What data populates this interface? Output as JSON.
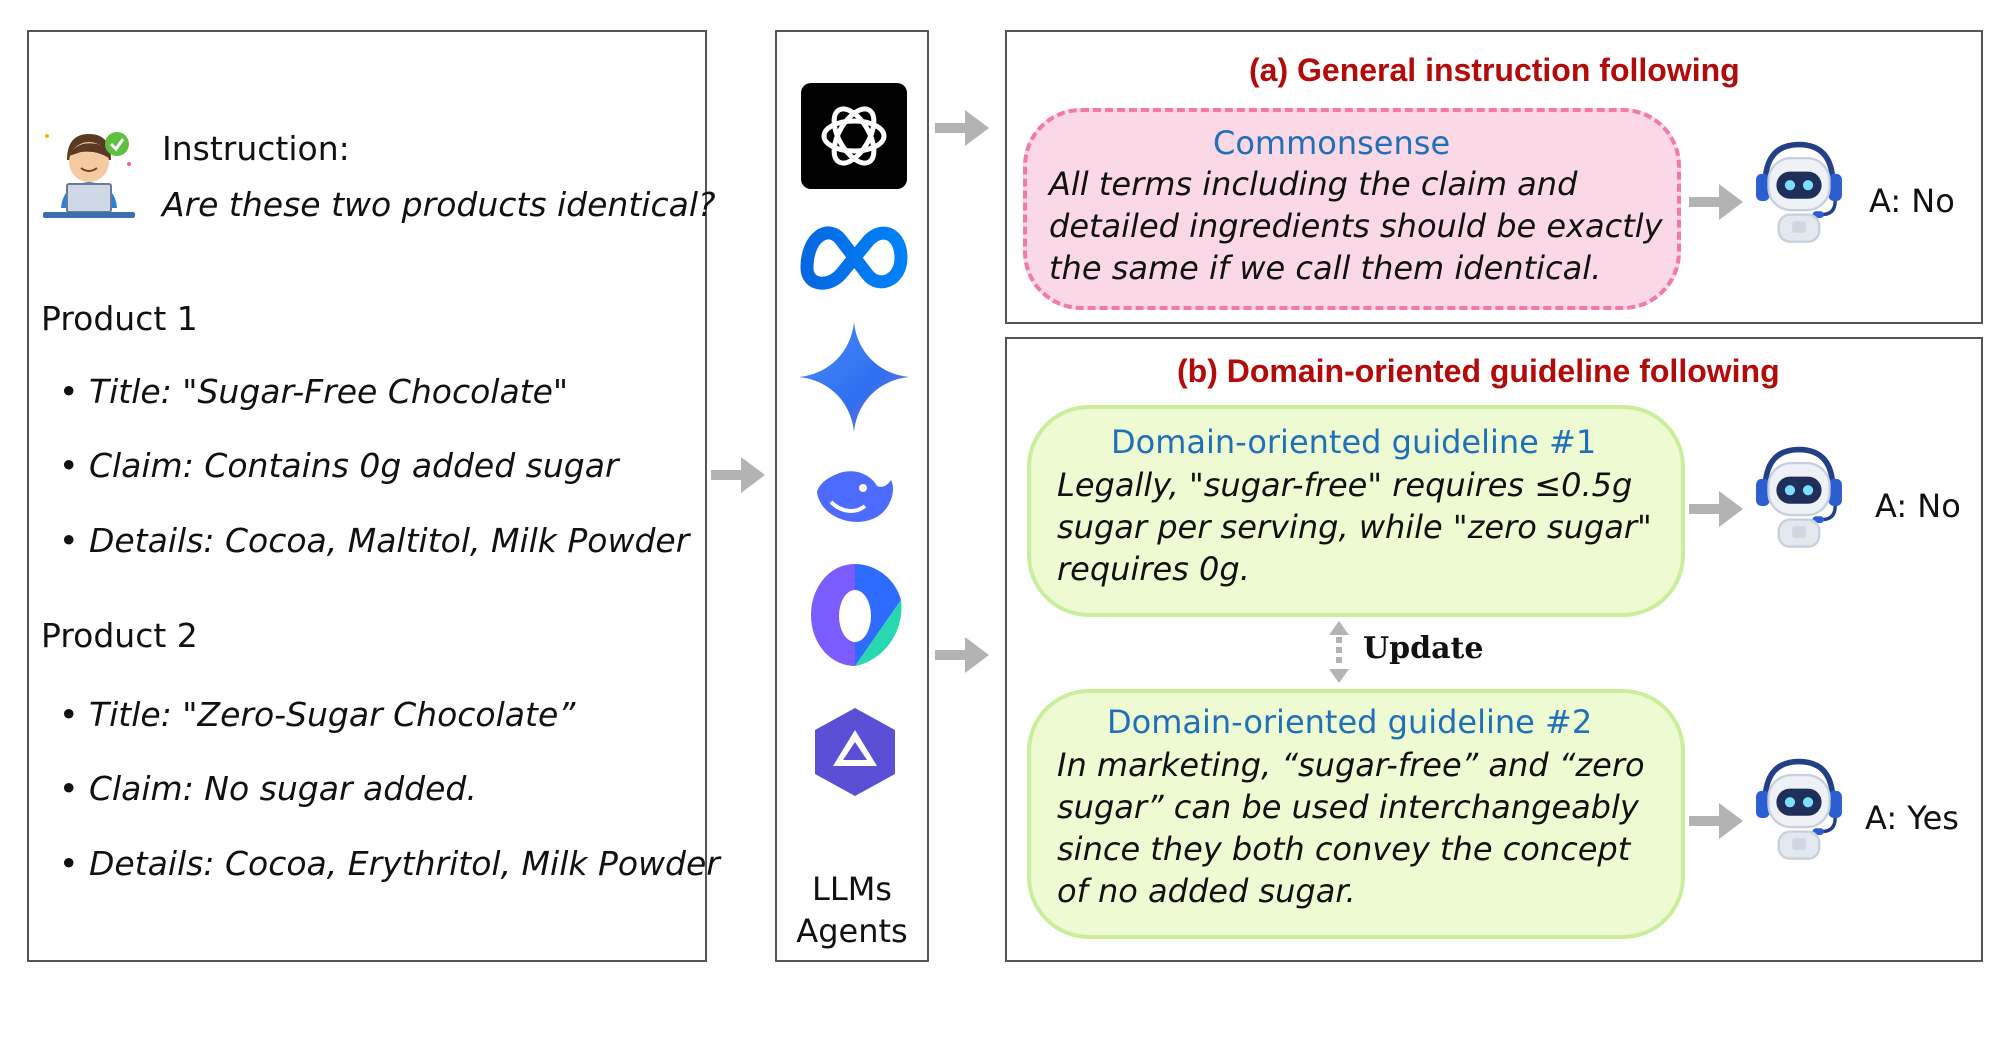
{
  "left_panel": {
    "instruction_label": "Instruction:",
    "instruction_text": "Are these two products identical?",
    "product1": {
      "heading": "Product 1",
      "items": [
        "• Title: \"Sugar-Free Chocolate\"",
        "• Claim: Contains 0g added sugar",
        "• Details: Cocoa, Maltitol, Milk Powder"
      ]
    },
    "product2": {
      "heading": "Product 2",
      "items": [
        "• Title: \"Zero-Sugar Chocolate”",
        "• Claim: No sugar added.",
        "• Details: Cocoa, Erythritol, Milk Powder"
      ]
    }
  },
  "middle_panel": {
    "label_line1": "LLMs",
    "label_line2": "Agents",
    "icons": [
      "openai-logo",
      "meta-logo",
      "gemini-logo",
      "deepseek-logo",
      "doubao-logo",
      "qwen-logo"
    ]
  },
  "section_a": {
    "title": "(a) General instruction following",
    "bubble_heading": "Commonsense",
    "bubble_lines": [
      "All terms including the claim and",
      "detailed ingredients should be exactly",
      "the same if we call them identical."
    ],
    "answer": "A: No"
  },
  "section_b": {
    "title": "(b) Domain-oriented guideline following",
    "guideline1": {
      "heading": "Domain-oriented guideline #1",
      "lines": [
        "Legally, \"sugar-free\" requires ≤0.5g",
        "sugar per serving, while \"zero sugar\"",
        "requires 0g."
      ],
      "answer": "A: No"
    },
    "update_label": "Update",
    "guideline2": {
      "heading": "Domain-oriented guideline #2",
      "lines": [
        "In marketing, “sugar-free” and “zero",
        "sugar” can be used interchangeably",
        "since they both convey the concept",
        "of no added sugar."
      ],
      "answer": "A: Yes"
    }
  },
  "colors": {
    "title_red": "#b30a0a",
    "heading_blue": "#1f6fb9",
    "pink_fill": "#fbd8e6",
    "pink_border": "#f27aa9",
    "green_fill": "#eefbd2",
    "green_border": "#cbee9d",
    "arrow_gray": "#b3b3b3"
  }
}
